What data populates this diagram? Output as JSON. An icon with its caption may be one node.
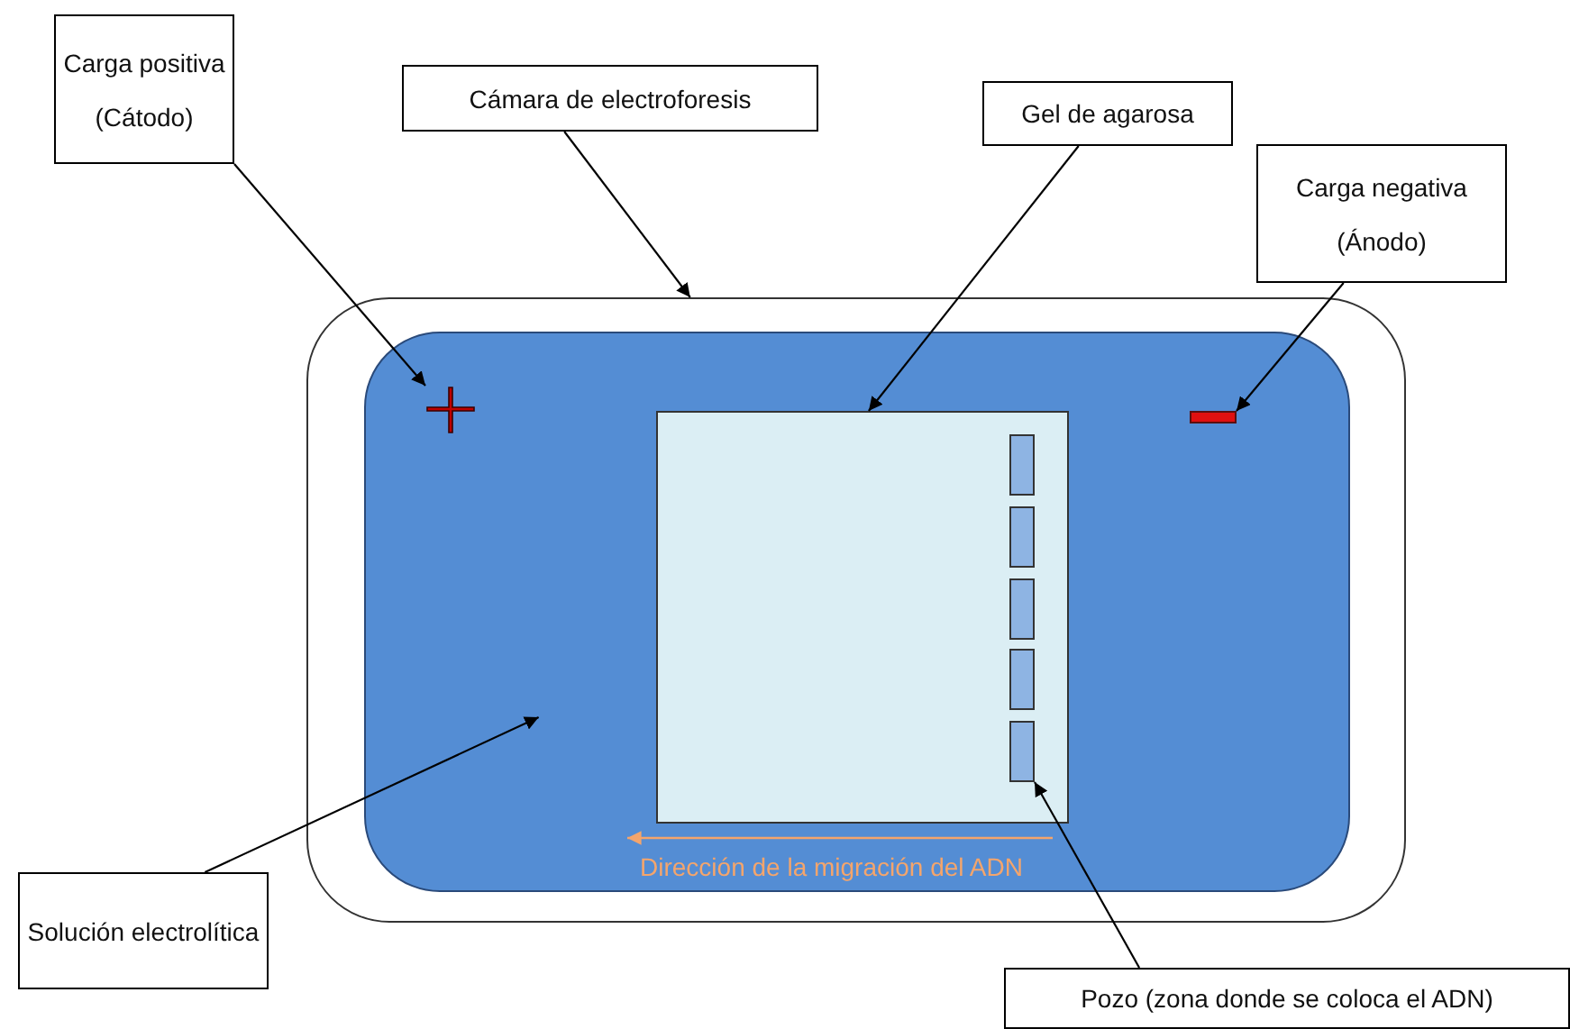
{
  "diagram": {
    "nodes": [
      {
        "text": [
          "Carga positiva",
          "(Cátodo)"
        ]
      },
      {
        "text": [
          "Cámara de electroforesis"
        ]
      },
      {
        "text": [
          "Gel de agarosa"
        ]
      },
      {
        "text": [
          "Carga negativa",
          "(Ánodo)"
        ]
      },
      {
        "text": [
          "Solución electrolítica"
        ]
      },
      {
        "text": [
          "Pozo (zona donde se coloca el ADN)"
        ]
      },
      {
        "text": [],
        "shape": "box"
      },
      {
        "text": [],
        "shape": "box",
        "in": 6
      },
      {
        "text": [],
        "shape": "cross",
        "in": 7
      },
      {
        "text": [],
        "shape": "bar",
        "in": 7
      },
      {
        "text": [],
        "shape": "box",
        "in": 7
      },
      {
        "text": [],
        "shape": "bar",
        "in": 10
      },
      {
        "text": [],
        "shape": "bar",
        "in": 10
      },
      {
        "text": [],
        "shape": "bar",
        "in": 10
      },
      {
        "text": [],
        "shape": "bar",
        "in": 10
      },
      {
        "text": [],
        "shape": "bar",
        "in": 10
      }
    ],
    "edges": [
      {
        "from": 0,
        "to": 8,
        "arrow": "to"
      },
      {
        "from": 1,
        "to": 6,
        "arrow": "to"
      },
      {
        "from": 2,
        "to": 10,
        "arrow": "to"
      },
      {
        "from": 3,
        "to": 9,
        "arrow": "to"
      },
      {
        "from": 4,
        "to": 7,
        "arrow": "to"
      },
      {
        "from": 5,
        "to": 15,
        "arrow": "to"
      }
    ],
    "labels": [
      "Dirección de la migración del ADN"
    ]
  }
}
